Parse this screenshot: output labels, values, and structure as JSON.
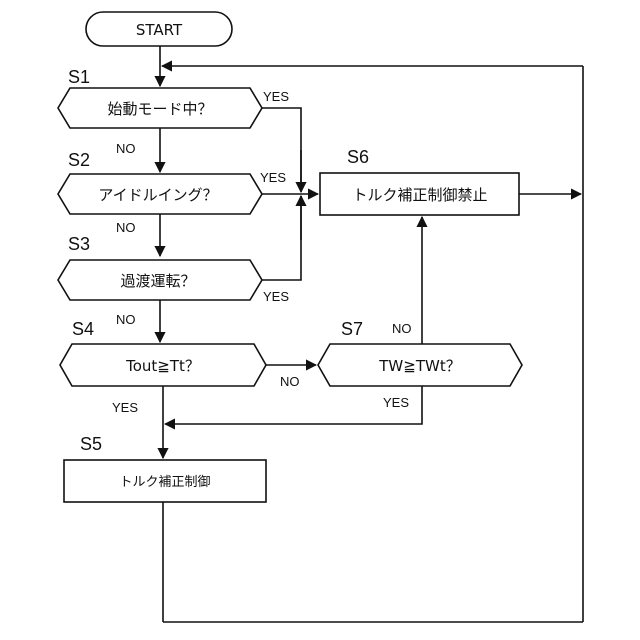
{
  "flowchart": {
    "start": "START",
    "steps": {
      "s1": {
        "label": "S1",
        "text": "始動モード中？"
      },
      "s2": {
        "label": "S2",
        "text": "アイドルイング？"
      },
      "s3": {
        "label": "S3",
        "text": "過渡運転？"
      },
      "s4": {
        "label": "S4",
        "text": "Tout≧Tt？"
      },
      "s5": {
        "label": "S5",
        "text": "トルク補正制御"
      },
      "s6": {
        "label": "S6",
        "text": "トルク補正制御禁止"
      },
      "s7": {
        "label": "S7",
        "text": "TW≧TWt？"
      }
    },
    "branches": {
      "s1_yes": "YES",
      "s1_no": "NO",
      "s2_yes": "YES",
      "s2_no": "NO",
      "s3_yes": "YES",
      "s3_no": "NO",
      "s4_yes": "YES",
      "s4_no": "NO",
      "s7_yes": "YES",
      "s7_no": "NO"
    }
  }
}
